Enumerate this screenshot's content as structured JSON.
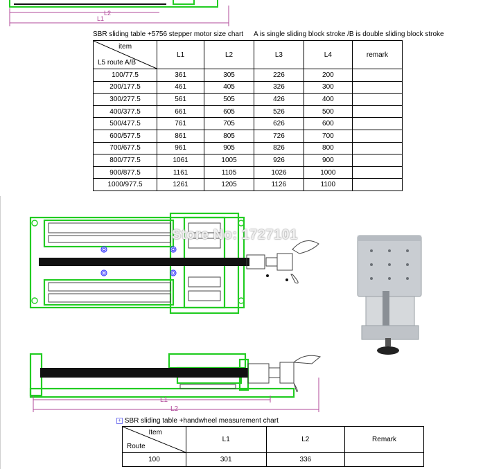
{
  "top_dimensions": {
    "l2_label": "L2",
    "l1_label": "L1"
  },
  "table1": {
    "caption": "SBR sliding table +5756 stepper motor size chart",
    "note": "A is single sliding block stroke /B is double sliding block stroke",
    "header_diag_top": "item",
    "header_diag_bottom": "L5 route A/B",
    "columns": [
      "L1",
      "L2",
      "L3",
      "L4",
      "remark"
    ],
    "rows": [
      [
        "100/77.5",
        "361",
        "305",
        "226",
        "200",
        ""
      ],
      [
        "200/177.5",
        "461",
        "405",
        "326",
        "300",
        ""
      ],
      [
        "300/277.5",
        "561",
        "505",
        "426",
        "400",
        ""
      ],
      [
        "400/377.5",
        "661",
        "605",
        "526",
        "500",
        ""
      ],
      [
        "500/477.5",
        "761",
        "705",
        "626",
        "600",
        ""
      ],
      [
        "600/577.5",
        "861",
        "805",
        "726",
        "700",
        ""
      ],
      [
        "700/677.5",
        "961",
        "905",
        "826",
        "800",
        ""
      ],
      [
        "800/777.5",
        "1061",
        "1005",
        "926",
        "900",
        ""
      ],
      [
        "900/877.5",
        "1161",
        "1105",
        "1026",
        "1000",
        ""
      ],
      [
        "1000/977.5",
        "1261",
        "1205",
        "1126",
        "1100",
        ""
      ]
    ]
  },
  "drawing": {
    "watermark": "Store No: 1727101",
    "l1_label": "L1",
    "l2_label": "L2"
  },
  "table2": {
    "caption": "SBR sliding table +handwheel measurement chart",
    "header_diag_top": "Item",
    "header_diag_bottom": "Route",
    "columns": [
      "L1",
      "L2",
      "Remark"
    ],
    "rows": [
      [
        "100",
        "301",
        "336",
        ""
      ]
    ]
  },
  "colors": {
    "outline_green": "#22cc22",
    "dim_magenta": "#b04a9a",
    "body_black": "#111111"
  }
}
